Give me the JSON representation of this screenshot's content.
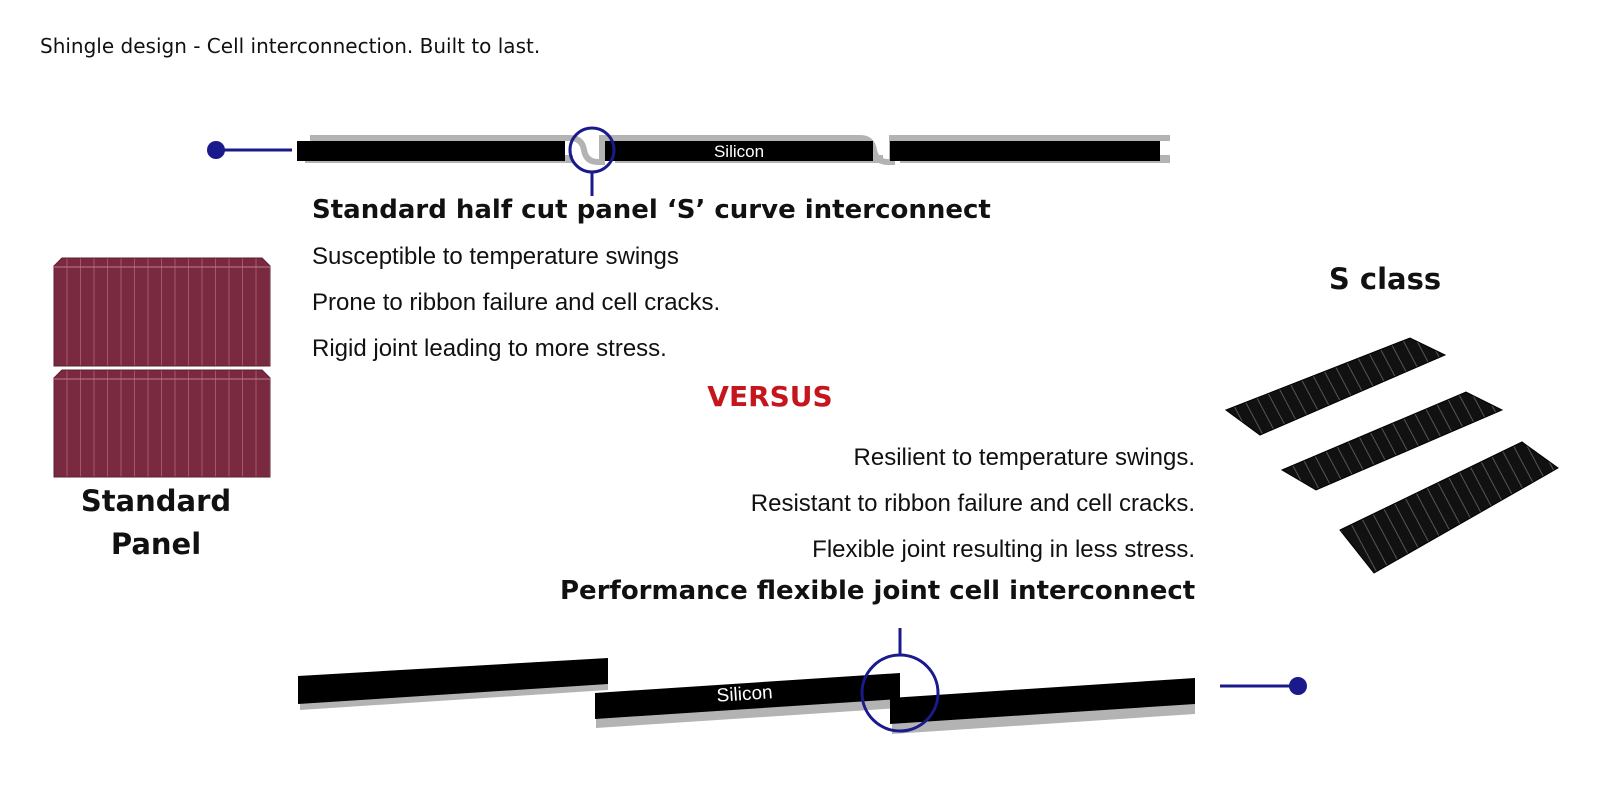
{
  "title": "Shingle design - Cell interconnection. Built to last.",
  "top_diagram": {
    "cell_label": "Silicon"
  },
  "standard": {
    "heading": "Standard half cut panel ‘S’ curve interconnect",
    "points": [
      "Susceptible to temperature swings",
      "Prone to ribbon failure and cell cracks.",
      "Rigid joint leading to more stress."
    ]
  },
  "versus": "VERSUS",
  "performance": {
    "points": [
      "Resilient to temperature swings.",
      "Resistant to ribbon failure and cell cracks.",
      "Flexible joint resulting in less stress."
    ],
    "heading": "Performance flexible joint cell interconnect"
  },
  "bottom_diagram": {
    "cell_label": "Silicon"
  },
  "standard_panel_label": "Standard Panel",
  "s_class_label": "S class",
  "colors": {
    "accent_blue": "#1a1a8c",
    "versus_red": "#c4161c",
    "cell_black": "#000000",
    "ribbon_gray": "#b3b3b3",
    "standard_cell": "#7a2a40"
  }
}
